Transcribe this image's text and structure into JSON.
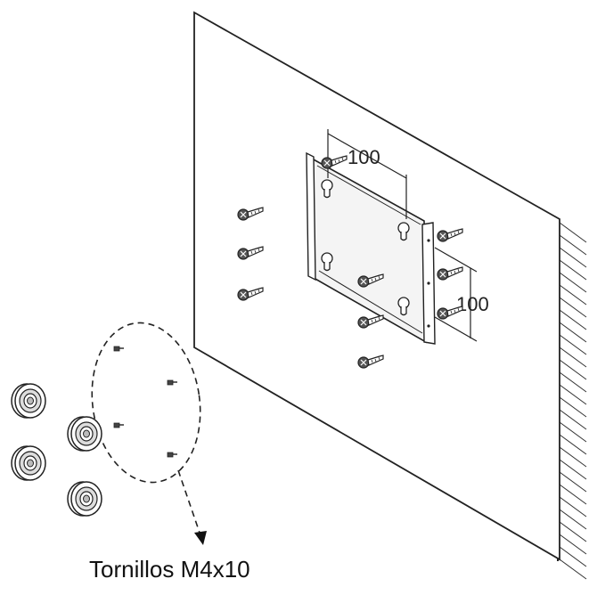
{
  "dimensions": {
    "horizontal_label": "100",
    "vertical_label": "100"
  },
  "caption": "Tornillos M4x10",
  "colors": {
    "line": "#222222",
    "plate_fill": "#f4f4f4",
    "hatch": "#333333"
  }
}
